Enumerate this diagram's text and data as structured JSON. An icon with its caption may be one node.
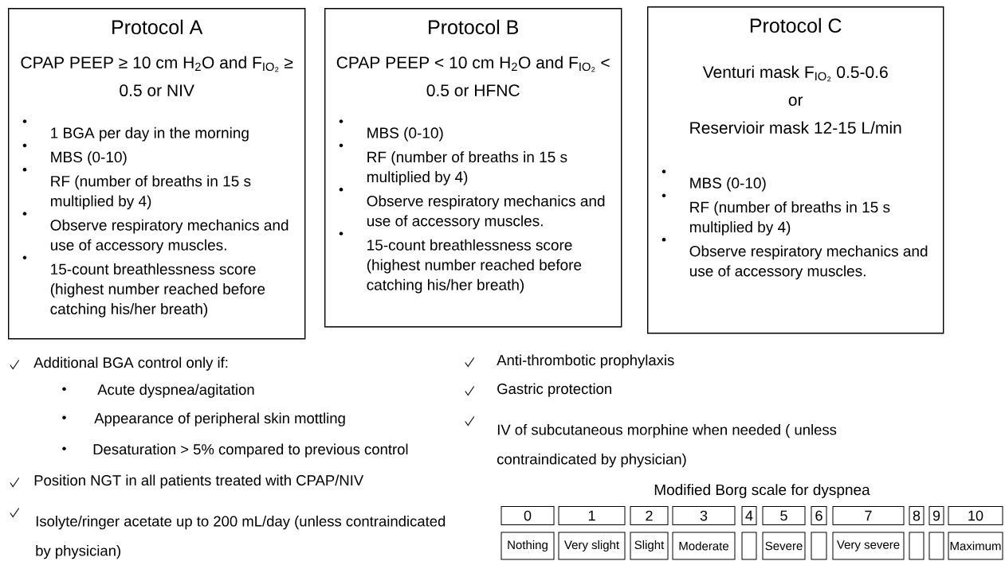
{
  "diagram": {
    "nodes": [
      {
        "text": [
          "Protocol A",
          "CPAP PEEP ≥ 10 cm H$_{2}$O and F$_{IO₂}$ ≥ 0.5 or NIV",
          "1 BGA per day in the morning",
          "MBS (0-10)",
          "RF (number of breaths in 15 s multiplied by 4)",
          "Observe respiratory mechanics and use of accessory muscles.",
          "15-count breathlessness score (highest number reached before catching his/her breath)"
        ]
      },
      {
        "text": [
          "Protocol B",
          "CPAP PEEP <  10 cm H$_{2}$O and F$_{IO₂}$ < 0.5 or HFNC",
          "MBS (0-10)",
          "RF (number of breaths in 15 s multiplied by 4)",
          "Observe respiratory mechanics and use of accessory muscles.",
          "15-count breathlessness score (highest number reached before catching his/her breath)"
        ]
      },
      {
        "text": [
          "Protocol C",
          "Venturi mask F$_{IO₂}$ 0.5-0.6",
          "or",
          "Reservioir mask 12-15 L/min",
          "MBS (0-10)",
          "RF (number of breaths in 15 s multiplied by 4)",
          "Observe respiratory mechanics and use of accessory muscles."
        ]
      }
    ],
    "labels": [
      "Additional BGA control only if:",
      "Acute dyspnea/agitation",
      "Appearance of peripheral skin mottling",
      "Desaturation > 5% compared to previous control",
      "Position NGT in all patients treated with CPAP/NIV",
      "Isolyte/ringer acetate up to 200 mL/day (unless contraindicated by physician)",
      "Anti-thrombotic prophylaxis",
      "Gastric protection",
      "IV of subcutaneous morphine when needed ( unless contraindicated by physician)",
      "Modified Borg scale for dyspnea",
      "0",
      "1",
      "2",
      "3",
      "4",
      "5",
      "6",
      "7",
      "8",
      "9",
      "10",
      "Nothing",
      "Very slight",
      "Slight",
      "Moderate",
      "Severe",
      "Very severe",
      "Maximum"
    ]
  }
}
